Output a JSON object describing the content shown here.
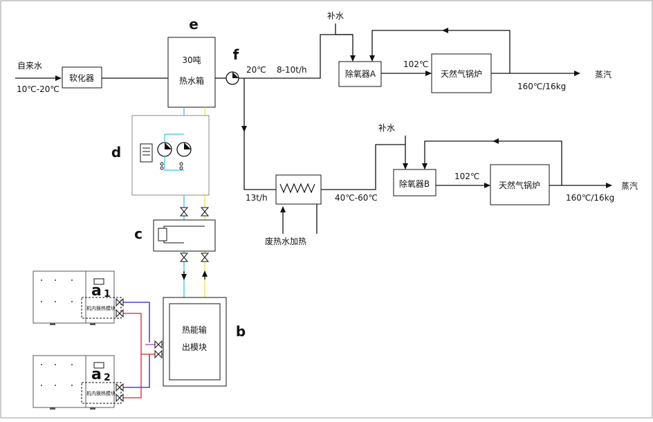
{
  "colors": {
    "line": "#111111",
    "cold": "#33c6e6",
    "hot": "#f2e04a",
    "supply_red": "#e02020",
    "return_blue": "#2020c0",
    "purple": "#9a3fbf"
  },
  "inlet": {
    "label": "自来水",
    "temp": "10℃-20℃"
  },
  "softener": {
    "label": "软化器"
  },
  "tank": {
    "line1": "30吨",
    "line2": "热水箱",
    "tag": "e"
  },
  "pump": {
    "tag": "f"
  },
  "upper": {
    "temp": "20℃",
    "flow": "8-10t/h",
    "makeup": "补水",
    "deaerator": "除氧器A",
    "temp_102": "102℃",
    "boiler": "天然气锅炉",
    "steam_cond": "160℃/16kg",
    "steam": "蒸汽"
  },
  "lower": {
    "flow": "13t/h",
    "out_temp": "40℃-60℃",
    "waste_heat": "废热水加热",
    "makeup": "补水",
    "deaerator": "除氧器B",
    "temp_102": "102℃",
    "boiler": "天然气锅炉",
    "steam_cond": "160℃/16kg",
    "steam": "蒸汽"
  },
  "tags": {
    "d": "d",
    "c": "c",
    "b": "b"
  },
  "module_b": {
    "line1": "热能输",
    "line2": "出模块"
  },
  "compressors": [
    {
      "tag": "a",
      "sub": "1",
      "module": "机内换热模块"
    },
    {
      "tag": "a",
      "sub": "2",
      "module": "机内换热模块"
    }
  ]
}
